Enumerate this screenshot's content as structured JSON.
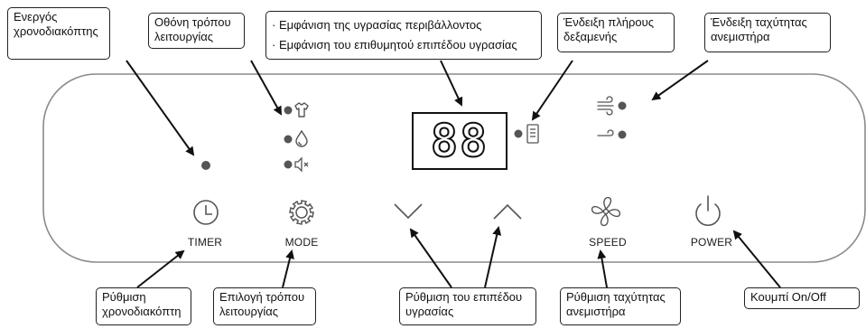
{
  "callouts": {
    "timer_active": [
      "Ενεργός",
      "χρονοδιακόπτης"
    ],
    "mode_display": [
      "Οθόνη τρόπου",
      "λειτουργίας"
    ],
    "humidity_display": [
      "Εμφάνιση της υγρασίας περιβάλλοντος",
      "Εμφάνιση του επιθυμητού επιπέδου υγρασίας"
    ],
    "tank_full": [
      "Ένδειξη πλήρους",
      "δεξαμενής"
    ],
    "fan_speed_indicator": [
      "Ένδειξη ταχύτητας",
      "ανεμιστήρα"
    ],
    "timer_setting": [
      "Ρύθμιση",
      "χρονοδιακόπτη"
    ],
    "mode_select": [
      "Επιλογή τρόπου",
      "λειτουργίας"
    ],
    "humidity_setting": [
      "Ρύθμιση του επιπέδου",
      "υγρασίας"
    ],
    "fan_speed_setting": [
      "Ρύθμιση ταχύτητας",
      "ανεμιστήρα"
    ],
    "power_button": [
      "Κουμπί On/Off"
    ]
  },
  "panel": {
    "display_value": "88",
    "buttons": {
      "timer": "TIMER",
      "mode": "MODE",
      "speed": "SPEED",
      "power": "POWER"
    }
  },
  "colors": {
    "panel_border": "#888888",
    "dot": "#555555",
    "icon": "#555555",
    "arrow": "#111111"
  }
}
